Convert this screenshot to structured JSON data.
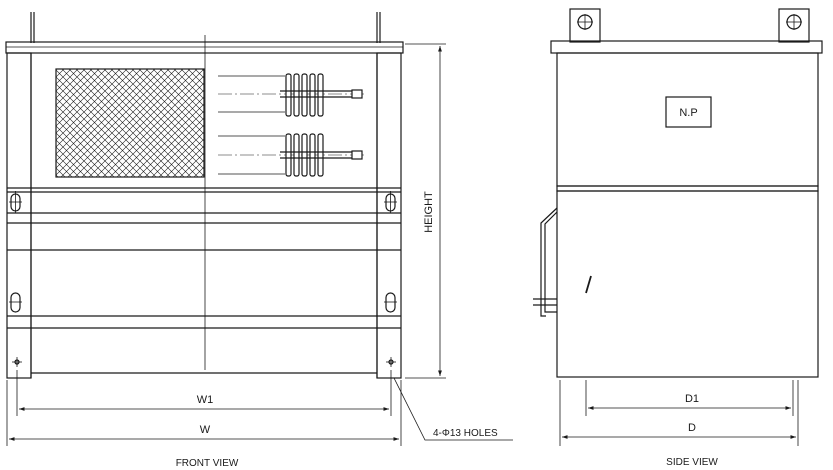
{
  "front_view": {
    "title": "FRONT VIEW",
    "dim_w1": "W1",
    "dim_w": "W",
    "dim_height": "HEIGHT",
    "holes_note": "4-Φ13 HOLES"
  },
  "side_view": {
    "title": "SIDE VIEW",
    "nameplate": "N.P",
    "dim_d1": "D1",
    "dim_d": "D"
  }
}
